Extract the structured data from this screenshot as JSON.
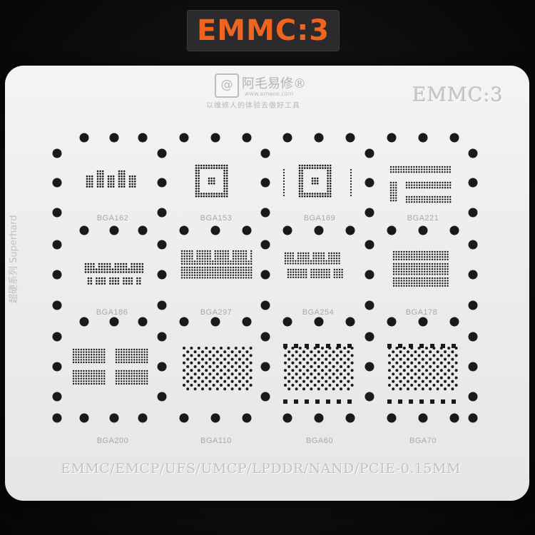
{
  "banner": {
    "title": "EMMC:3"
  },
  "stencil": {
    "brand_name": "阿毛易修®",
    "brand_url": "www.amaoe.com",
    "brand_slogan": "以维修人的体验去做好工具",
    "corner_title": "EMMC:3",
    "side_label": "超硬系列 Superhard",
    "bottom_spec": "EMMC/EMCP/UFS/UMCP/LPDDR/NAND/PCIE-0.15MM",
    "colors": {
      "accent": "#f0641e",
      "plate": "#ececec",
      "hole": "#1a1a1a"
    },
    "footprints": [
      {
        "label": "BGA162",
        "pattern": "blocks"
      },
      {
        "label": "BGA153",
        "pattern": "ring"
      },
      {
        "label": "BGA169",
        "pattern": "ring-corners"
      },
      {
        "label": "BGA221",
        "pattern": "blocks"
      },
      {
        "label": "BGA186",
        "pattern": "blocks-sparse"
      },
      {
        "label": "BGA297",
        "pattern": "columns"
      },
      {
        "label": "BGA254",
        "pattern": "columns"
      },
      {
        "label": "BGA178",
        "pattern": "blocks"
      },
      {
        "label": "BGA200",
        "pattern": "quad"
      },
      {
        "label": "BGA110",
        "pattern": "diamond"
      },
      {
        "label": "BGA60",
        "pattern": "diamond-frame"
      },
      {
        "label": "BGA70",
        "pattern": "diamond-frame"
      }
    ]
  }
}
